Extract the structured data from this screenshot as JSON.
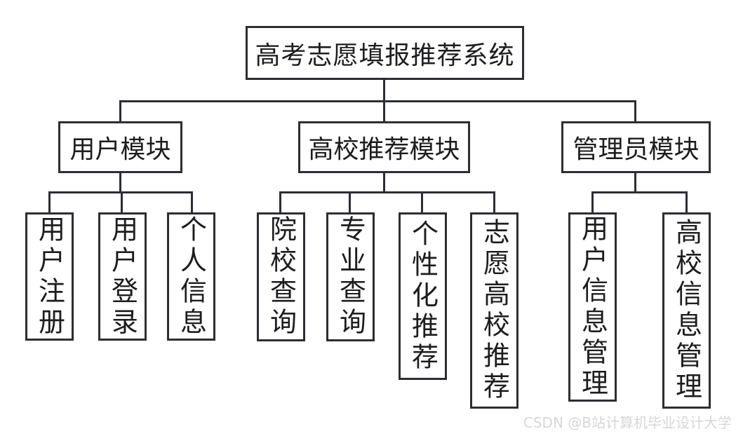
{
  "diagram": {
    "root": {
      "label": "高考志愿填报推荐系统"
    },
    "modules": [
      {
        "label": "用户模块",
        "children": [
          {
            "label": "用户注册"
          },
          {
            "label": "用户登录"
          },
          {
            "label": "个人信息"
          }
        ]
      },
      {
        "label": "高校推荐模块",
        "children": [
          {
            "label": "院校查询"
          },
          {
            "label": "专业查询"
          },
          {
            "label": "个性化推荐"
          },
          {
            "label": "志愿高校推荐"
          }
        ]
      },
      {
        "label": "管理员模块",
        "children": [
          {
            "label": "用户信息管理"
          },
          {
            "label": "高校信息管理"
          }
        ]
      }
    ]
  },
  "watermark": {
    "text": "CSDN @B站计算机毕业设计大学"
  },
  "colors": {
    "line": "#2b2e34",
    "text": "#1d1d1f",
    "background": "#ffffff",
    "watermark": "#d6d6d6"
  }
}
